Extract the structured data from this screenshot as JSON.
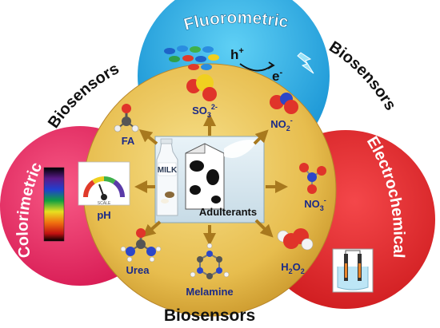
{
  "circles": {
    "fluorometric": {
      "label": "Fluorometric",
      "color": "#29a9e0",
      "electron_label": "e",
      "electron_sup": "-",
      "hole_label": "h",
      "hole_sup": "+"
    },
    "colorimetric": {
      "label": "Colorimetric",
      "color": "#e8245f"
    },
    "electrochemical": {
      "label": "Electrochemical",
      "color": "#e52427"
    },
    "center": {
      "color": "#e0b748"
    }
  },
  "biosensor_labels": {
    "top_left": "Biosensors",
    "top_right": "Biosensors",
    "bottom": "Biosensors"
  },
  "center_box": {
    "carton_label": "MILK",
    "title": "Adulterants"
  },
  "adulterants": {
    "fa": {
      "label": "FA"
    },
    "so3": {
      "main": "SO",
      "sub": "3",
      "sup": "2-"
    },
    "no2": {
      "main": "NO",
      "sub": "2",
      "sup": "-"
    },
    "no3": {
      "main": "NO",
      "sub": "3",
      "sup": "-"
    },
    "h2o2": {
      "main": "H",
      "sub1": "2",
      "mid": "O",
      "sub2": "2"
    },
    "melamine": {
      "label": "Melamine"
    },
    "urea": {
      "label": "Urea"
    },
    "ph": {
      "label": "pH"
    }
  },
  "ph_meter": {
    "scale_label": "SCALE"
  }
}
